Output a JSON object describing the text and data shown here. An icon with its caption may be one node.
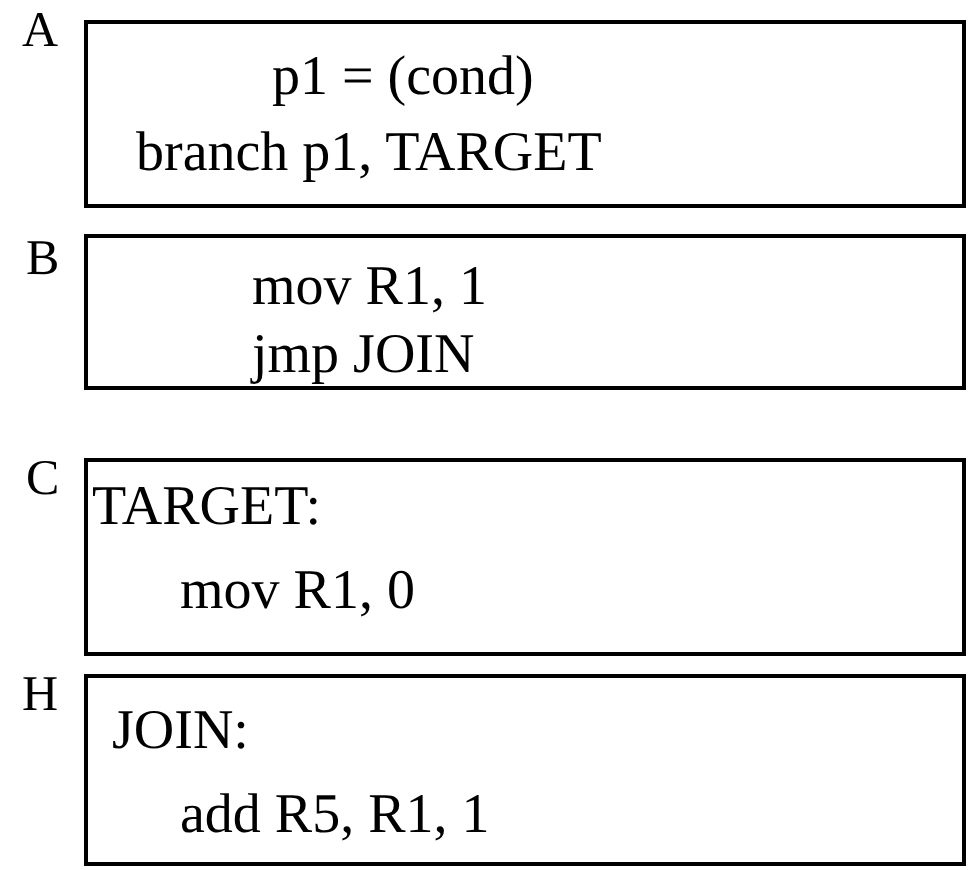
{
  "diagram": {
    "nodes": [
      {
        "text": [
          "A",
          "p1 = (cond)",
          "branch p1, TARGET"
        ]
      },
      {
        "text": [
          "B",
          "mov R1, 1",
          "jmp JOIN"
        ]
      },
      {
        "text": [
          "C",
          "TARGET:",
          "mov R1, 0"
        ]
      },
      {
        "text": [
          "H",
          "JOIN:",
          "add R5, R1, 1"
        ]
      }
    ]
  }
}
